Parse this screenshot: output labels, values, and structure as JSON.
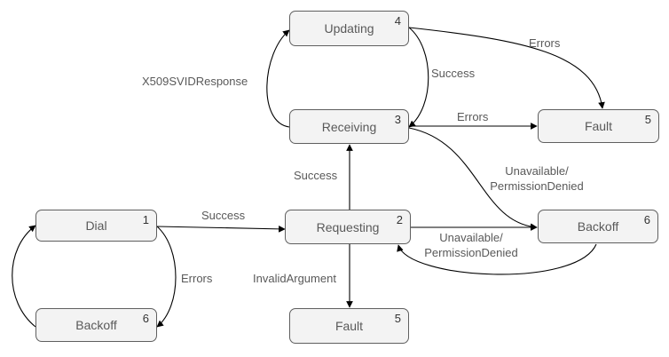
{
  "nodes": {
    "updating": {
      "label": "Updating",
      "number": "4"
    },
    "receiving": {
      "label": "Receiving",
      "number": "3"
    },
    "fault_top": {
      "label": "Fault",
      "number": "5"
    },
    "dial": {
      "label": "Dial",
      "number": "1"
    },
    "requesting": {
      "label": "Requesting",
      "number": "2"
    },
    "backoff_right": {
      "label": "Backoff",
      "number": "6"
    },
    "backoff_left": {
      "label": "Backoff",
      "number": "6"
    },
    "fault_bottom": {
      "label": "Fault",
      "number": "5"
    }
  },
  "edges": {
    "receiving_to_updating": "X509SVIDResponse",
    "updating_to_receiving": "Success",
    "updating_to_fault": "Errors",
    "receiving_to_fault": "Errors",
    "receiving_to_backoff_line1": "Unavailable/",
    "receiving_to_backoff_line2": "PermissionDenied",
    "requesting_to_receiving": "Success",
    "dial_to_requesting": "Success",
    "requesting_to_backoff_line1": "Unavailable/",
    "requesting_to_backoff_line2": "PermissionDenied",
    "requesting_to_fault": "InvalidArgument",
    "dial_to_backoff": "Errors"
  }
}
